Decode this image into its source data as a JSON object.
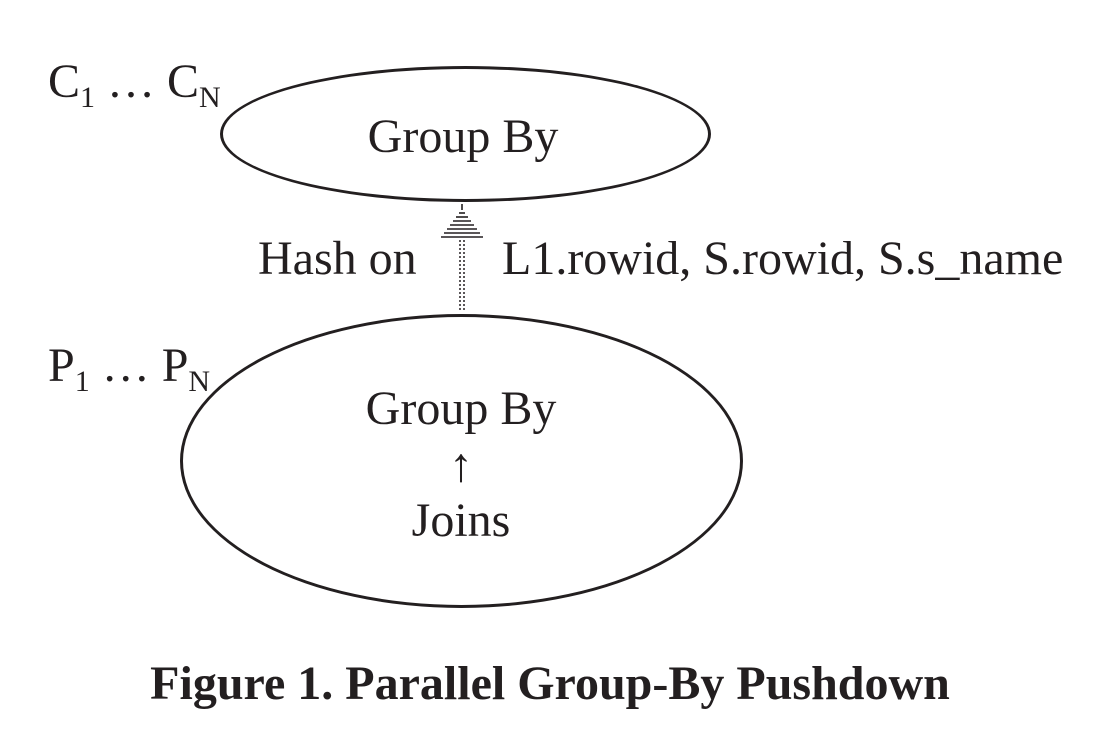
{
  "diagram": {
    "top_node": {
      "label": "Group By",
      "annotation": {
        "first_var": "C",
        "first_sub": "1",
        "ellipsis": " … ",
        "last_var": "C",
        "last_sub": "N"
      }
    },
    "edge": {
      "left_label": "Hash on",
      "right_label": "L1.rowid, S.rowid, S.s_name"
    },
    "bottom_node": {
      "label_top": "Group By",
      "arrow_glyph": "↑",
      "label_bottom": "Joins",
      "annotation": {
        "first_var": "P",
        "first_sub": "1",
        "ellipsis": " … ",
        "last_var": "P",
        "last_sub": "N"
      }
    },
    "caption": "Figure 1. Parallel Group-By Pushdown"
  }
}
